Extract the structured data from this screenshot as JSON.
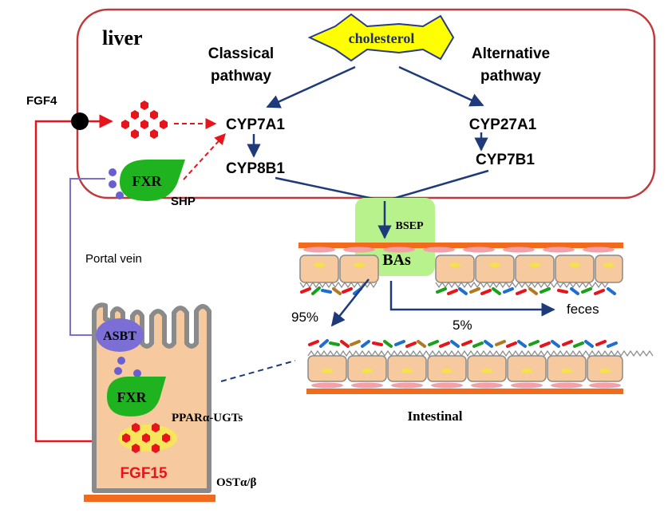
{
  "labels": {
    "liver": "liver",
    "cholesterol": "cholesterol",
    "classical_line1": "Classical",
    "classical_line2": "pathway",
    "alternative_line1": "Alternative",
    "alternative_line2": "pathway",
    "cyp7a1": "CYP7A1",
    "cyp8b1": "CYP8B1",
    "cyp27a1": "CYP27A1",
    "cyp7b1": "CYP7B1",
    "fgf4": "FGF4",
    "fxr_liver": "FXR",
    "shp": "SHP",
    "bsep": "BSEP",
    "bas": "BAs",
    "portal_vein": "Portal vein",
    "asbt": "ASBT",
    "fxr_intestine": "FXR",
    "ppar_ugts": "PPARα-UGTs",
    "fgf15": "FGF15",
    "ost": "OSTα/β",
    "pct_95": "95%",
    "pct_5": "5%",
    "feces": "feces",
    "intestinal": "Intestinal"
  },
  "colors": {
    "liver_border": "#c0393b",
    "arrow_navy": "#1f3a7a",
    "signal_red": "#e8141c",
    "fxr_green": "#1fb31f",
    "asbt_purple": "#7b6fd6",
    "bsep_green": "#b8f28c",
    "villus_tan": "#f6c99e",
    "villus_outline": "#8a8a8a",
    "cholesterol_yellow": "#ffff00"
  }
}
